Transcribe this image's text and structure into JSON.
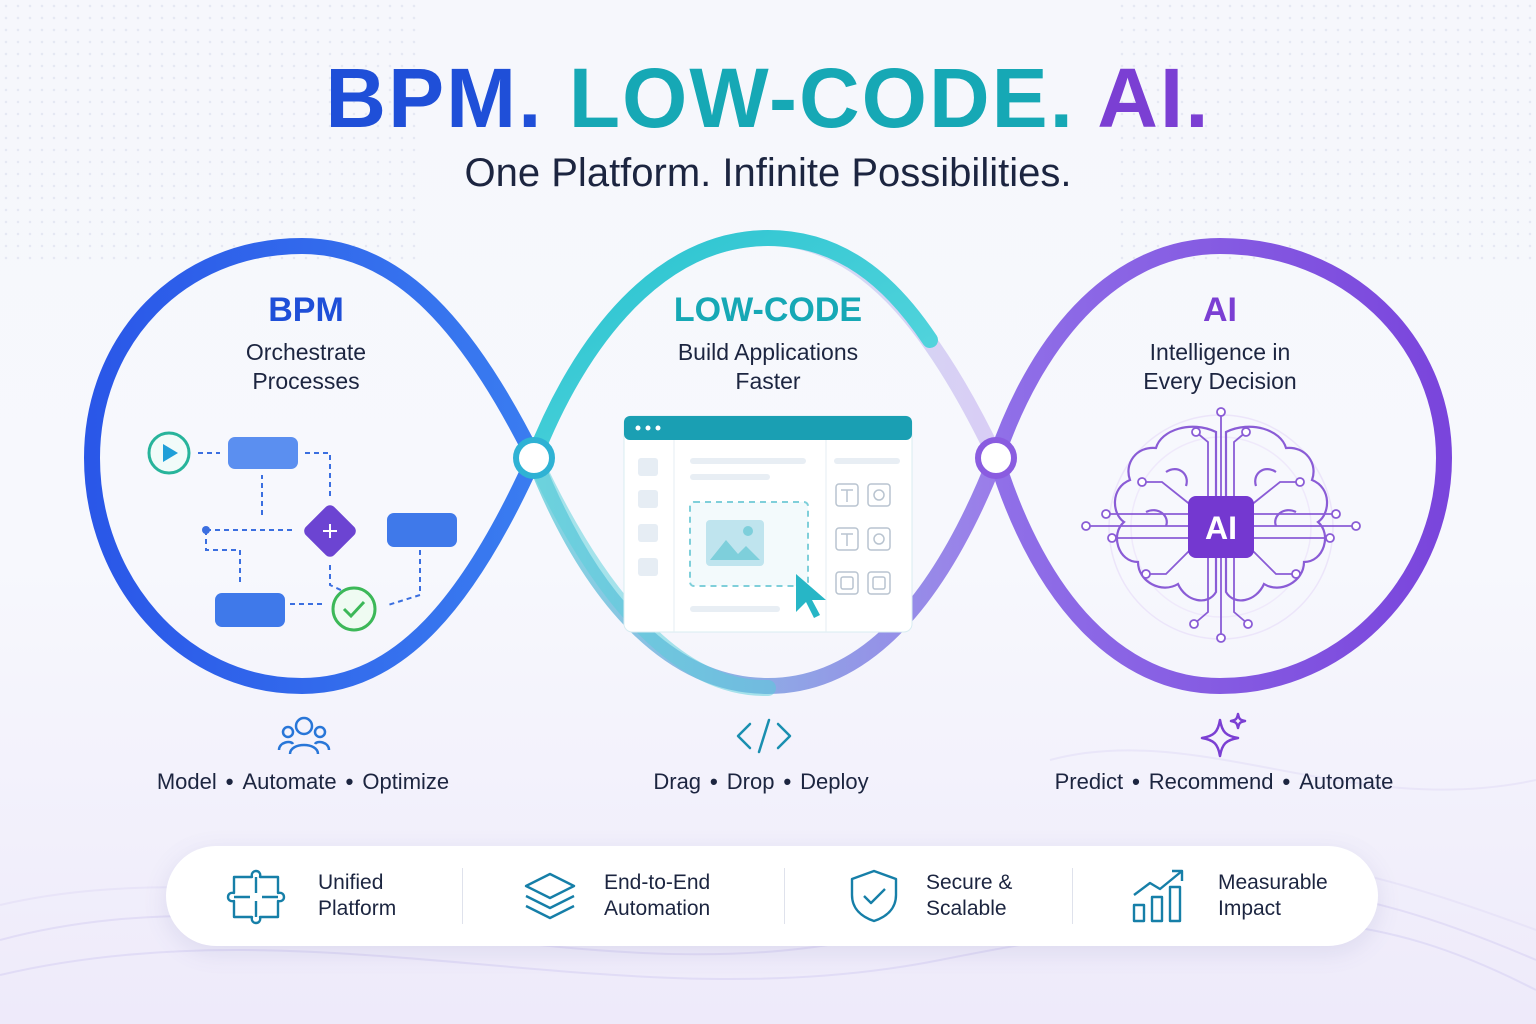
{
  "headline": {
    "part1": "BPM.",
    "part2": "LOW-CODE.",
    "part3": "AI."
  },
  "subtitle": "One Platform. Infinite Possibilities.",
  "colors": {
    "bpm": "#1f4fd8",
    "lowcode": "#16a8b5",
    "ai": "#7b3fd3",
    "text": "#1c2540"
  },
  "columns": [
    {
      "title": "BPM",
      "subtitle_line1": "Orchestrate",
      "subtitle_line2": "Processes",
      "icon": "users-icon",
      "tags": [
        "Model",
        "Automate",
        "Optimize"
      ],
      "illustration": "process-flow-diagram"
    },
    {
      "title": "LOW-CODE",
      "subtitle_line1": "Build Applications",
      "subtitle_line2": "Faster",
      "icon": "code-icon",
      "tags": [
        "Drag",
        "Drop",
        "Deploy"
      ],
      "illustration": "app-builder-window"
    },
    {
      "title": "AI",
      "subtitle_line1": "Intelligence in",
      "subtitle_line2": "Every Decision",
      "icon": "sparkle-icon",
      "tags": [
        "Predict",
        "Recommend",
        "Automate"
      ],
      "illustration": "ai-brain-chip",
      "chip_label": "AI"
    }
  ],
  "features": [
    {
      "line1": "Unified",
      "line2": "Platform",
      "icon": "puzzle-icon"
    },
    {
      "line1": "End-to-End",
      "line2": "Automation",
      "icon": "layers-icon"
    },
    {
      "line1": "Secure &",
      "line2": "Scalable",
      "icon": "shield-check-icon"
    },
    {
      "line1": "Measurable",
      "line2": "Impact",
      "icon": "growth-chart-icon"
    }
  ]
}
